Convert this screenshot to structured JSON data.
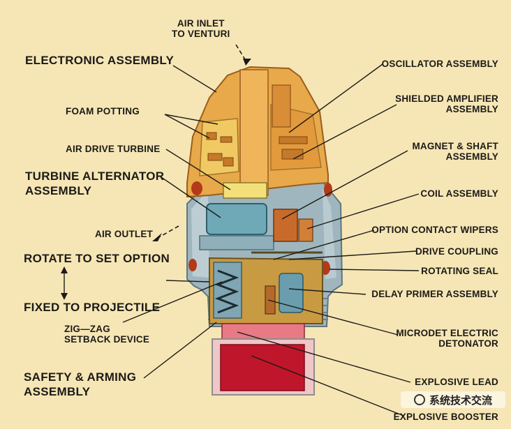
{
  "labels": {
    "air_inlet": [
      "AIR INLET",
      "TO VENTURI"
    ],
    "electronic_assembly": "ELECTRONIC ASSEMBLY",
    "foam_potting": "FOAM POTTING",
    "air_drive_turbine": "AIR DRIVE TURBINE",
    "turbine_alternator": [
      "TURBINE ALTERNATOR",
      "ASSEMBLY"
    ],
    "air_outlet": "AIR OUTLET",
    "rotate_to_set": "ROTATE TO SET OPTION",
    "fixed_to_projectile": "FIXED TO PROJECTILE",
    "zigzag": [
      "ZIG—ZAG",
      "SETBACK DEVICE"
    ],
    "safety_arming": [
      "SAFETY & ARMING",
      "ASSEMBLY"
    ],
    "oscillator": "OSCILLATOR ASSEMBLY",
    "shielded_amplifier": [
      "SHIELDED AMPLIFIER",
      "ASSEMBLY"
    ],
    "magnet_shaft": [
      "MAGNET & SHAFT",
      "ASSEMBLY"
    ],
    "coil_assembly": "COIL ASSEMBLY",
    "option_contact_wipers": "OPTION CONTACT WIPERS",
    "drive_coupling": "DRIVE COUPLING",
    "rotating_seal": "ROTATING SEAL",
    "delay_primer": "DELAY PRIMER ASSEMBLY",
    "microdet": [
      "MICRODET ELECTRIC",
      "DETONATOR"
    ],
    "explosive_lead": "EXPLOSIVE LEAD",
    "explosive_booster": "EXPLOSIVE BOOSTER"
  },
  "watermark": "系统技术交流",
  "colors": {
    "background": "#f6e6b6",
    "nose_cone": "#e8a94a",
    "body_metal": "#9fb6bf",
    "explosive": "#c0162b",
    "safety_arming": "#c89a42"
  }
}
